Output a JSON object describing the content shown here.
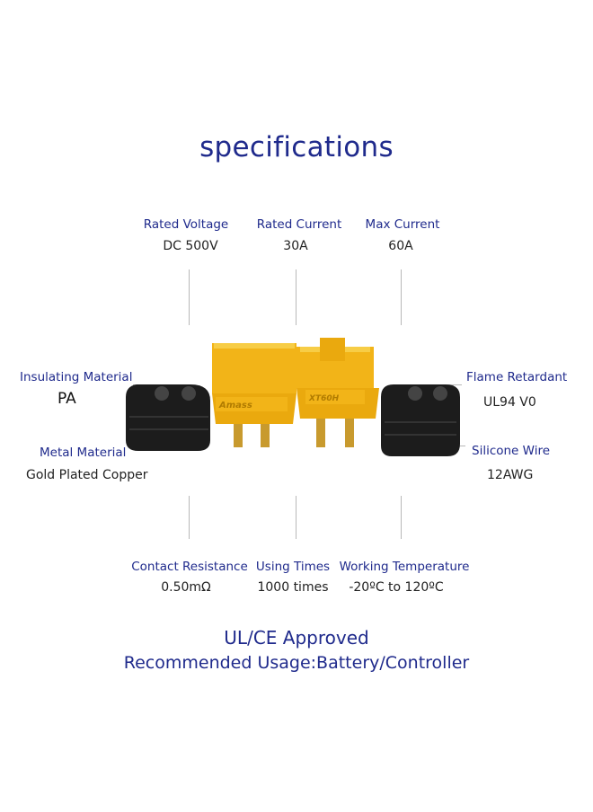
{
  "title": "specifications",
  "top_specs": [
    {
      "label": "Rated Voltage",
      "value": "DC 500V"
    },
    {
      "label": "Rated Current",
      "value": "30A"
    },
    {
      "label": "Max Current",
      "value": "60A"
    }
  ],
  "left_specs": [
    {
      "label": "Insulating Material",
      "value": "PA"
    },
    {
      "label": "Metal Material",
      "value": "Gold Plated Copper"
    }
  ],
  "right_specs": [
    {
      "label": "Flame Retardant",
      "value": "UL94 V0"
    },
    {
      "label": "Silicone Wire",
      "value": "12AWG"
    }
  ],
  "bottom_specs": [
    {
      "label": "Contact Resistance",
      "value": "0.50mΩ"
    },
    {
      "label": "Using Times",
      "value": "1000 times"
    },
    {
      "label": "Working Temperature",
      "value": "-20ºC to 120ºC"
    }
  ],
  "footer": {
    "approval": "UL/CE Approved",
    "usage": "Recommended Usage:Battery/Controller"
  },
  "product": {
    "brand_mark": "Amass",
    "connector_color": "#f2b418",
    "cap_color": "#1c1c1c",
    "pin_color": "#c89a2e"
  }
}
